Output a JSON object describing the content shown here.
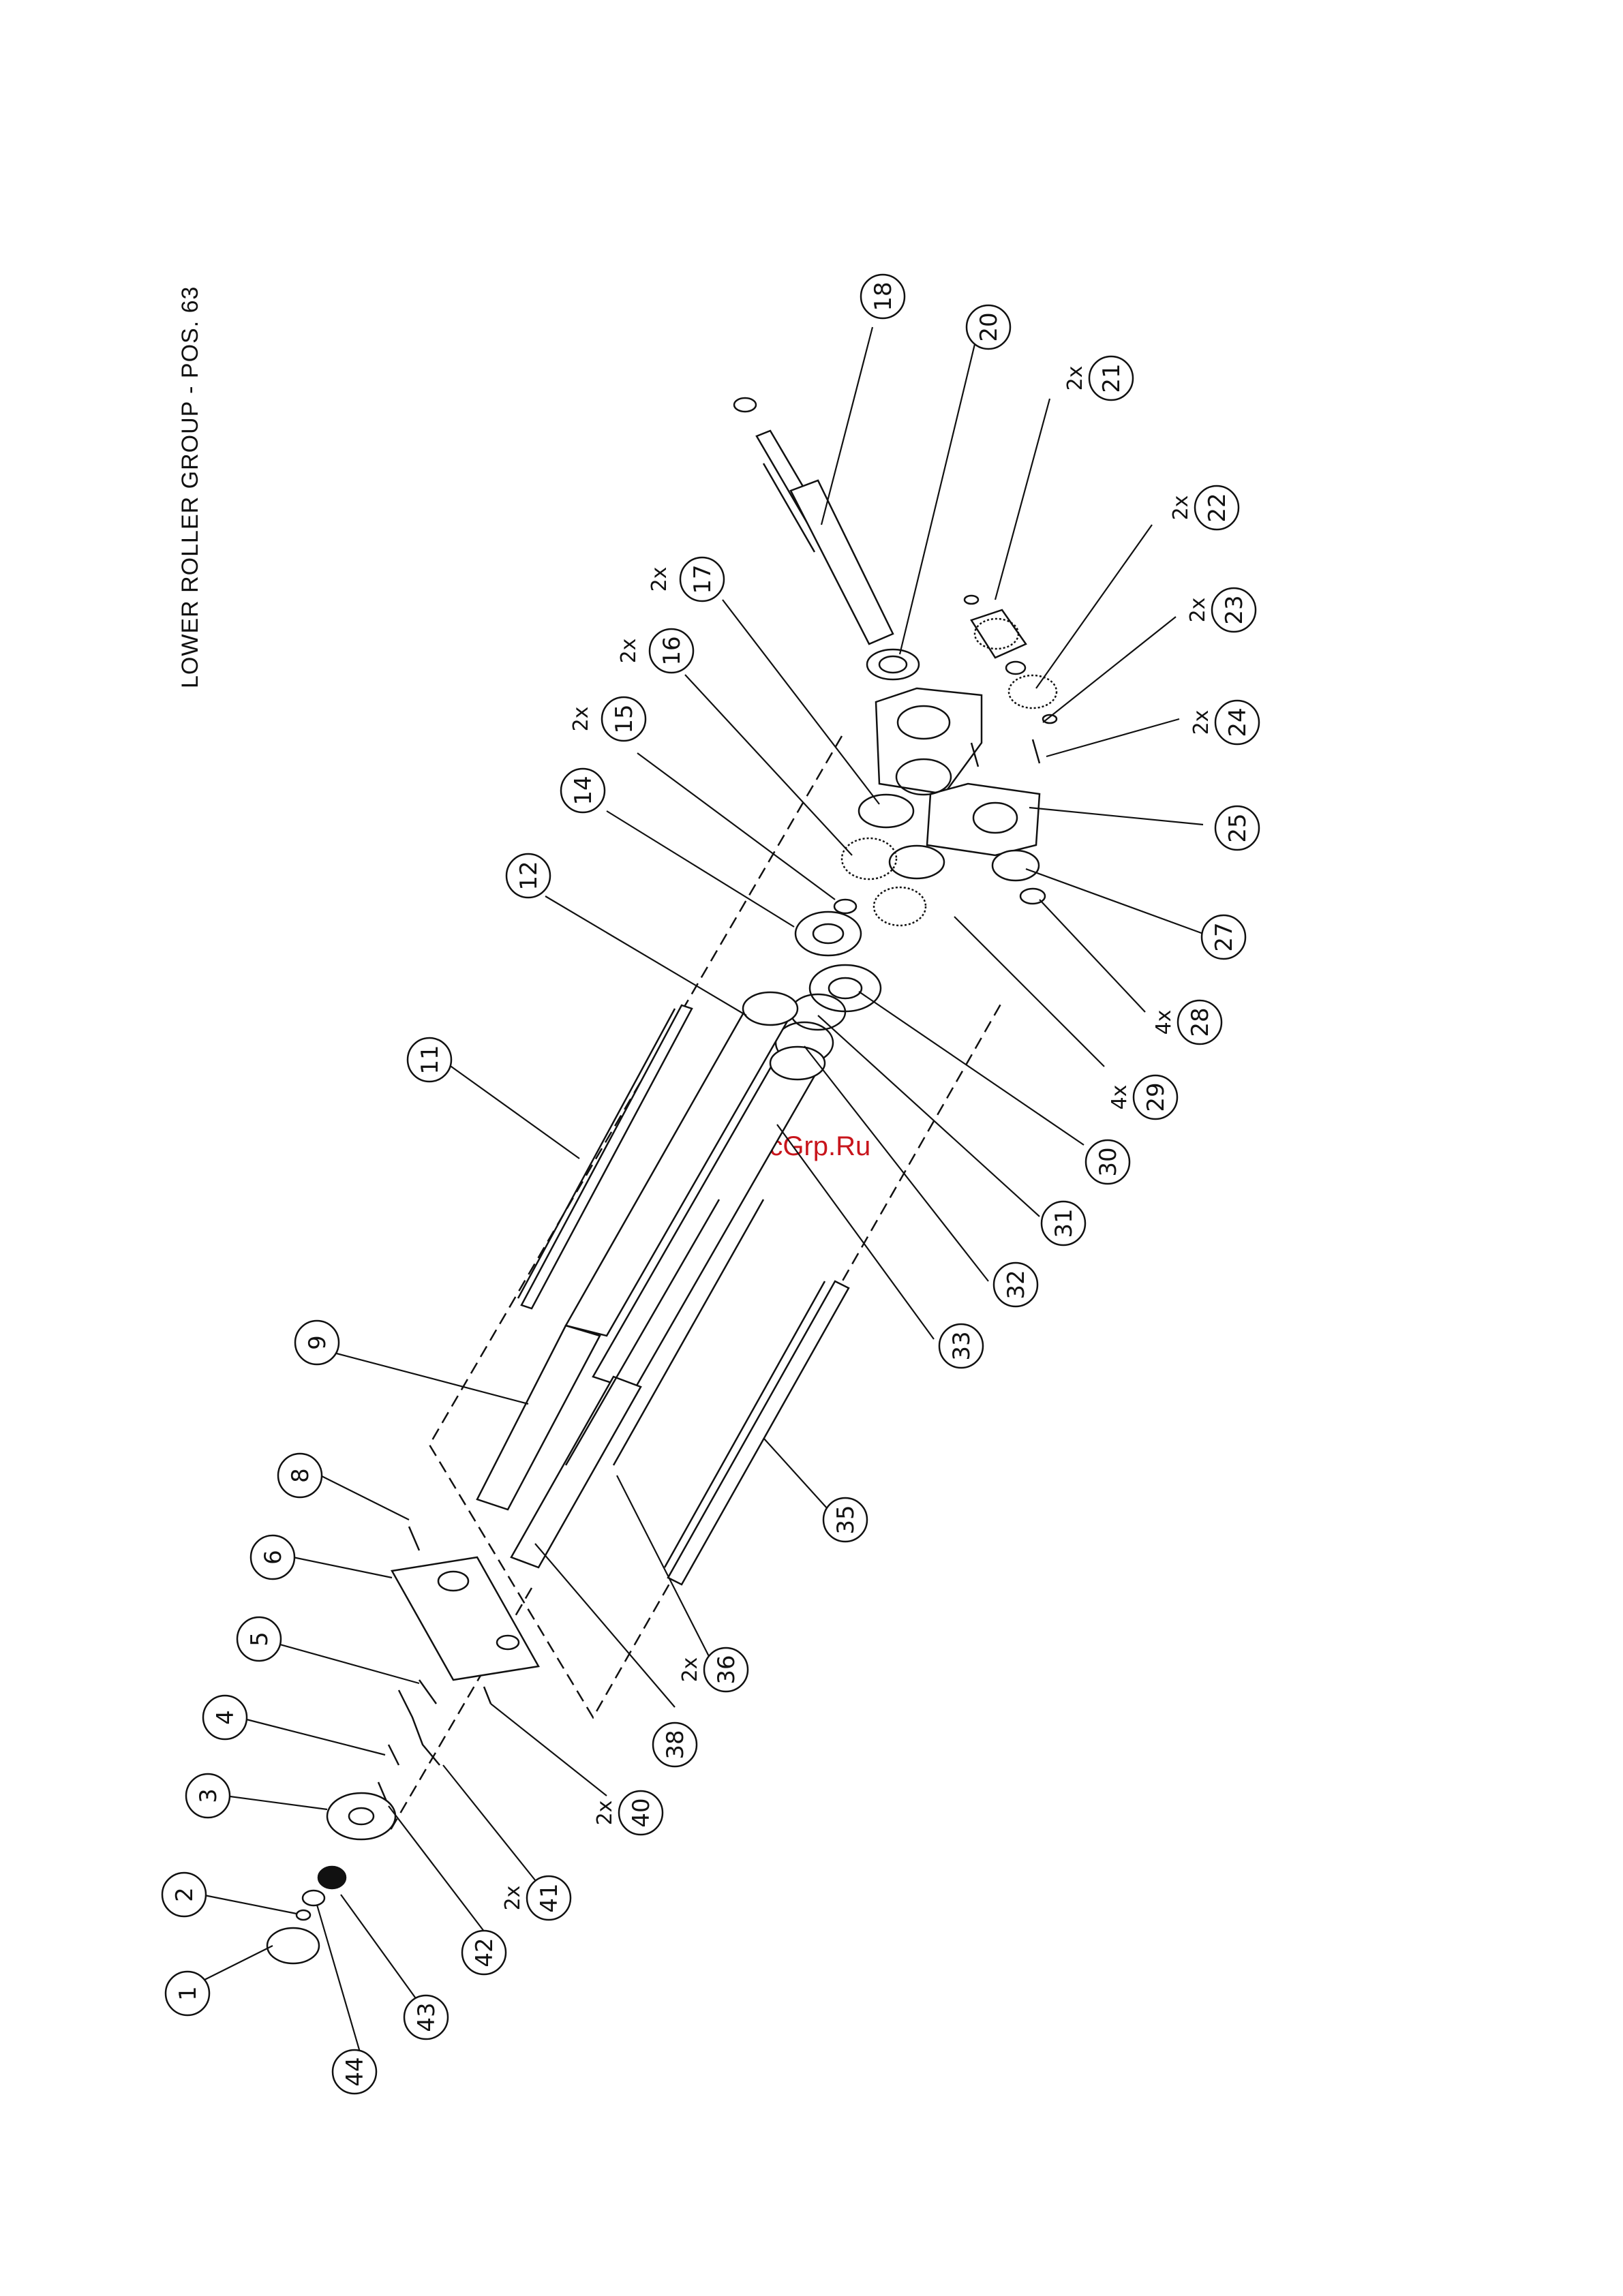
{
  "title": "LOWER ROLLER GROUP - POS. 63",
  "watermark": "McGrp.Ru",
  "colors": {
    "line": "#111111",
    "watermark": "#c8151c",
    "background": "#ffffff"
  },
  "callouts": [
    {
      "num": "1",
      "mult": ""
    },
    {
      "num": "2",
      "mult": ""
    },
    {
      "num": "3",
      "mult": ""
    },
    {
      "num": "4",
      "mult": ""
    },
    {
      "num": "5",
      "mult": ""
    },
    {
      "num": "6",
      "mult": ""
    },
    {
      "num": "8",
      "mult": ""
    },
    {
      "num": "9",
      "mult": ""
    },
    {
      "num": "11",
      "mult": ""
    },
    {
      "num": "12",
      "mult": ""
    },
    {
      "num": "14",
      "mult": ""
    },
    {
      "num": "15",
      "mult": "2x"
    },
    {
      "num": "16",
      "mult": "2x"
    },
    {
      "num": "17",
      "mult": "2x"
    },
    {
      "num": "18",
      "mult": ""
    },
    {
      "num": "20",
      "mult": ""
    },
    {
      "num": "21",
      "mult": "2x"
    },
    {
      "num": "22",
      "mult": "2x"
    },
    {
      "num": "23",
      "mult": "2x"
    },
    {
      "num": "24",
      "mult": "2x"
    },
    {
      "num": "25",
      "mult": ""
    },
    {
      "num": "27",
      "mult": ""
    },
    {
      "num": "28",
      "mult": "4x"
    },
    {
      "num": "29",
      "mult": "4x"
    },
    {
      "num": "30",
      "mult": ""
    },
    {
      "num": "31",
      "mult": ""
    },
    {
      "num": "32",
      "mult": ""
    },
    {
      "num": "33",
      "mult": ""
    },
    {
      "num": "35",
      "mult": ""
    },
    {
      "num": "36",
      "mult": "2x"
    },
    {
      "num": "38",
      "mult": ""
    },
    {
      "num": "40",
      "mult": "2x"
    },
    {
      "num": "41",
      "mult": "2x"
    },
    {
      "num": "42",
      "mult": ""
    },
    {
      "num": "43",
      "mult": ""
    },
    {
      "num": "44",
      "mult": ""
    }
  ]
}
